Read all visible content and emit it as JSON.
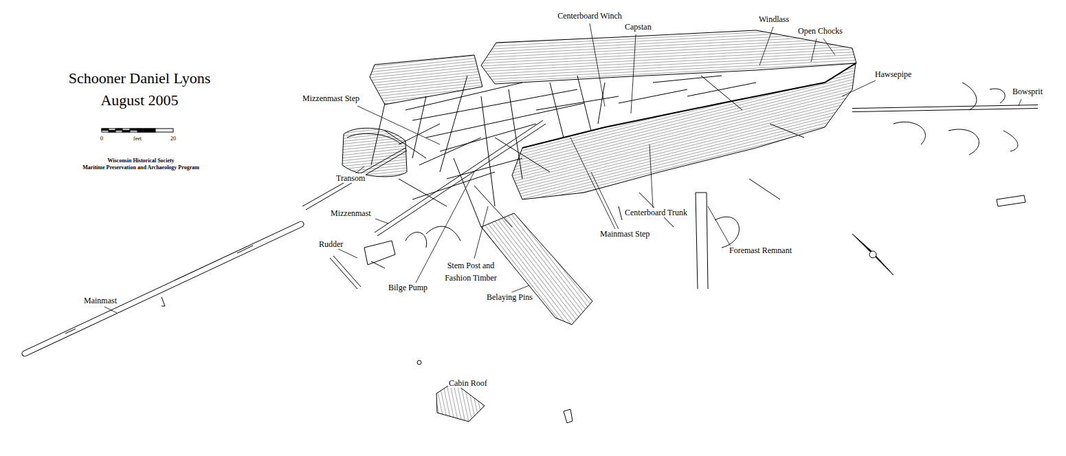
{
  "diagram": {
    "title": "Schooner Daniel Lyons August 2005",
    "labels": [
      "0",
      "feet",
      "20",
      "Wisconsin Historical Society",
      "Maritime Preservation and Archaeology Program",
      "Centerboard Winch",
      "Capstan",
      "Windlass",
      "Open Chocks",
      "Hawsepipe",
      "Bowsprit",
      "Mizzenmast Step",
      "Centerboard Trunk",
      "Mainmast Step",
      "Transom",
      "Mizzenmast",
      "Rudder",
      "Stem Post and Fashion Timber",
      "Bilge Pump",
      "Belaying Pins",
      "Foremast Remnant",
      "Mainmast",
      "Cabin Roof"
    ]
  }
}
